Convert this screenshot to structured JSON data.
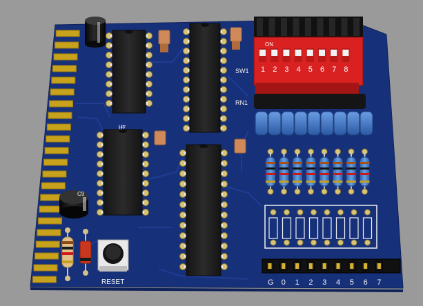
{
  "board": {
    "colors": {
      "background": "#9a9a9a",
      "board": "#17307a",
      "board_edge": "#0f2259",
      "gold": "#c8a21c",
      "ic_body": "#222222",
      "switch_body": "#d92121",
      "switch_knob": "#f2f2f2",
      "resistor_body": "#4a80c8",
      "network_body": "#3f74c7",
      "cap_body": "#d08a5a"
    },
    "labels": {
      "sw1": "SW1",
      "rn1": "RN1",
      "switch_on": "ON",
      "reset": "RESET",
      "cap_c9": "C9",
      "ic_small_a": "U7",
      "ic_small_b": "U1"
    },
    "switch_numbers": [
      "1",
      "2",
      "3",
      "4",
      "5",
      "6",
      "7",
      "8"
    ],
    "header_labels": [
      "G",
      "0",
      "1",
      "2",
      "3",
      "4",
      "5",
      "6",
      "7"
    ]
  }
}
